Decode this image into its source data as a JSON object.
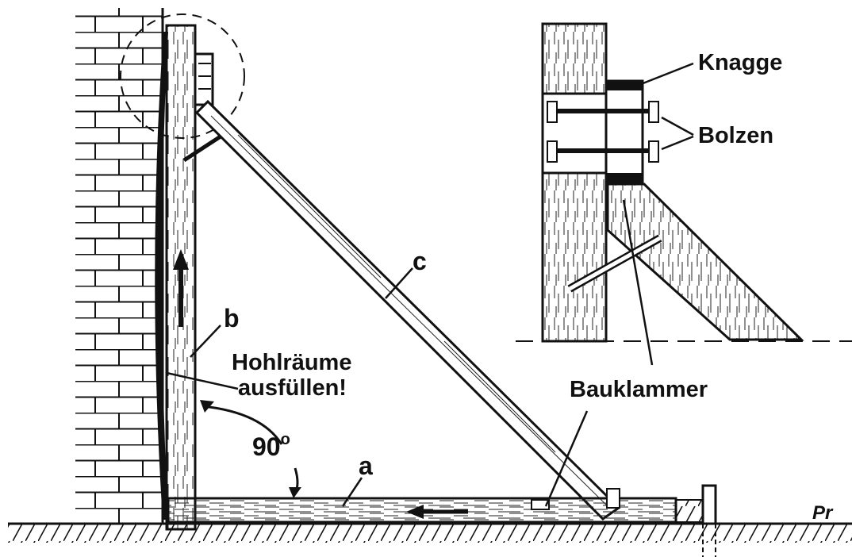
{
  "labels": {
    "a": "a",
    "b": "b",
    "c": "c",
    "knagge": "Knagge",
    "bolzen": "Bolzen",
    "bauklammer": "Bauklammer",
    "hohlraeume_line1": "Hohlräume",
    "hohlraeume_line2": "ausfüllen!",
    "angle_value": "90",
    "angle_unit": "o",
    "corner_mark": "Pr"
  },
  "icons": {
    "direction_up": "arrow-up-icon",
    "direction_left": "arrow-left-icon"
  },
  "colors": {
    "ink": "#111111",
    "paper": "#ffffff"
  }
}
